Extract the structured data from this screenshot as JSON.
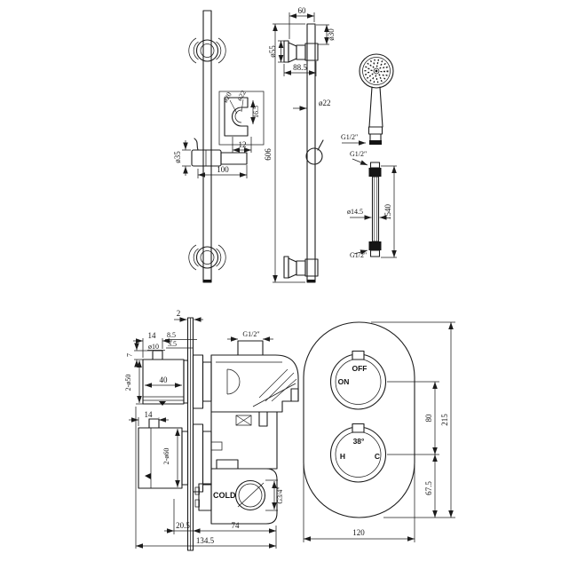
{
  "colors": {
    "line": "#1c1c1c",
    "background": "#ffffff"
  },
  "rail_front": {
    "dims": {
      "hole_small": "ø20",
      "hole_large": "ø22",
      "detail_height": "16.5",
      "detail_width": "12",
      "slider_diameter": "ø35",
      "slider_length": "100"
    }
  },
  "rail_side": {
    "dims": {
      "wall_offset": "60",
      "cap_diameter": "ø30",
      "flange_diameter": "ø55",
      "bracket_width": "88.5",
      "tube_diameter": "ø22",
      "rail_length": "606"
    }
  },
  "shower": {
    "dims": {
      "handle_thread": "G1/2″",
      "hose_top_thread": "G1/2″",
      "hose_bottom_thread": "G1/2″",
      "hose_diameter": "ø14.5",
      "hose_length": "1540"
    }
  },
  "valve": {
    "dims": {
      "plate_thickness": "2",
      "top_knob_offset": "14",
      "offset_8_5": "8.5",
      "offset_3_5": "3.5",
      "nub_diameter": "ø10",
      "nub_height": "7",
      "knob_width": "40",
      "knob1_diameter": "2-ø50",
      "top_thread": "G1/2″",
      "bottom_knob_offset": "14",
      "knob2_diameter": "2-ø60",
      "outlet_thread": "G3/4″",
      "offset_20_5": "20.5",
      "body_width": "74",
      "total_width": "134.5"
    },
    "labels": {
      "cold_inlet": "COLD"
    }
  },
  "plate": {
    "labels": {
      "off": "OFF",
      "on": "ON",
      "temp": "38°",
      "hot": "H",
      "cold": "C"
    },
    "dims": {
      "knob_spacing": "80",
      "plate_height": "215",
      "bottom_offset": "67.5",
      "plate_width": "120"
    }
  }
}
